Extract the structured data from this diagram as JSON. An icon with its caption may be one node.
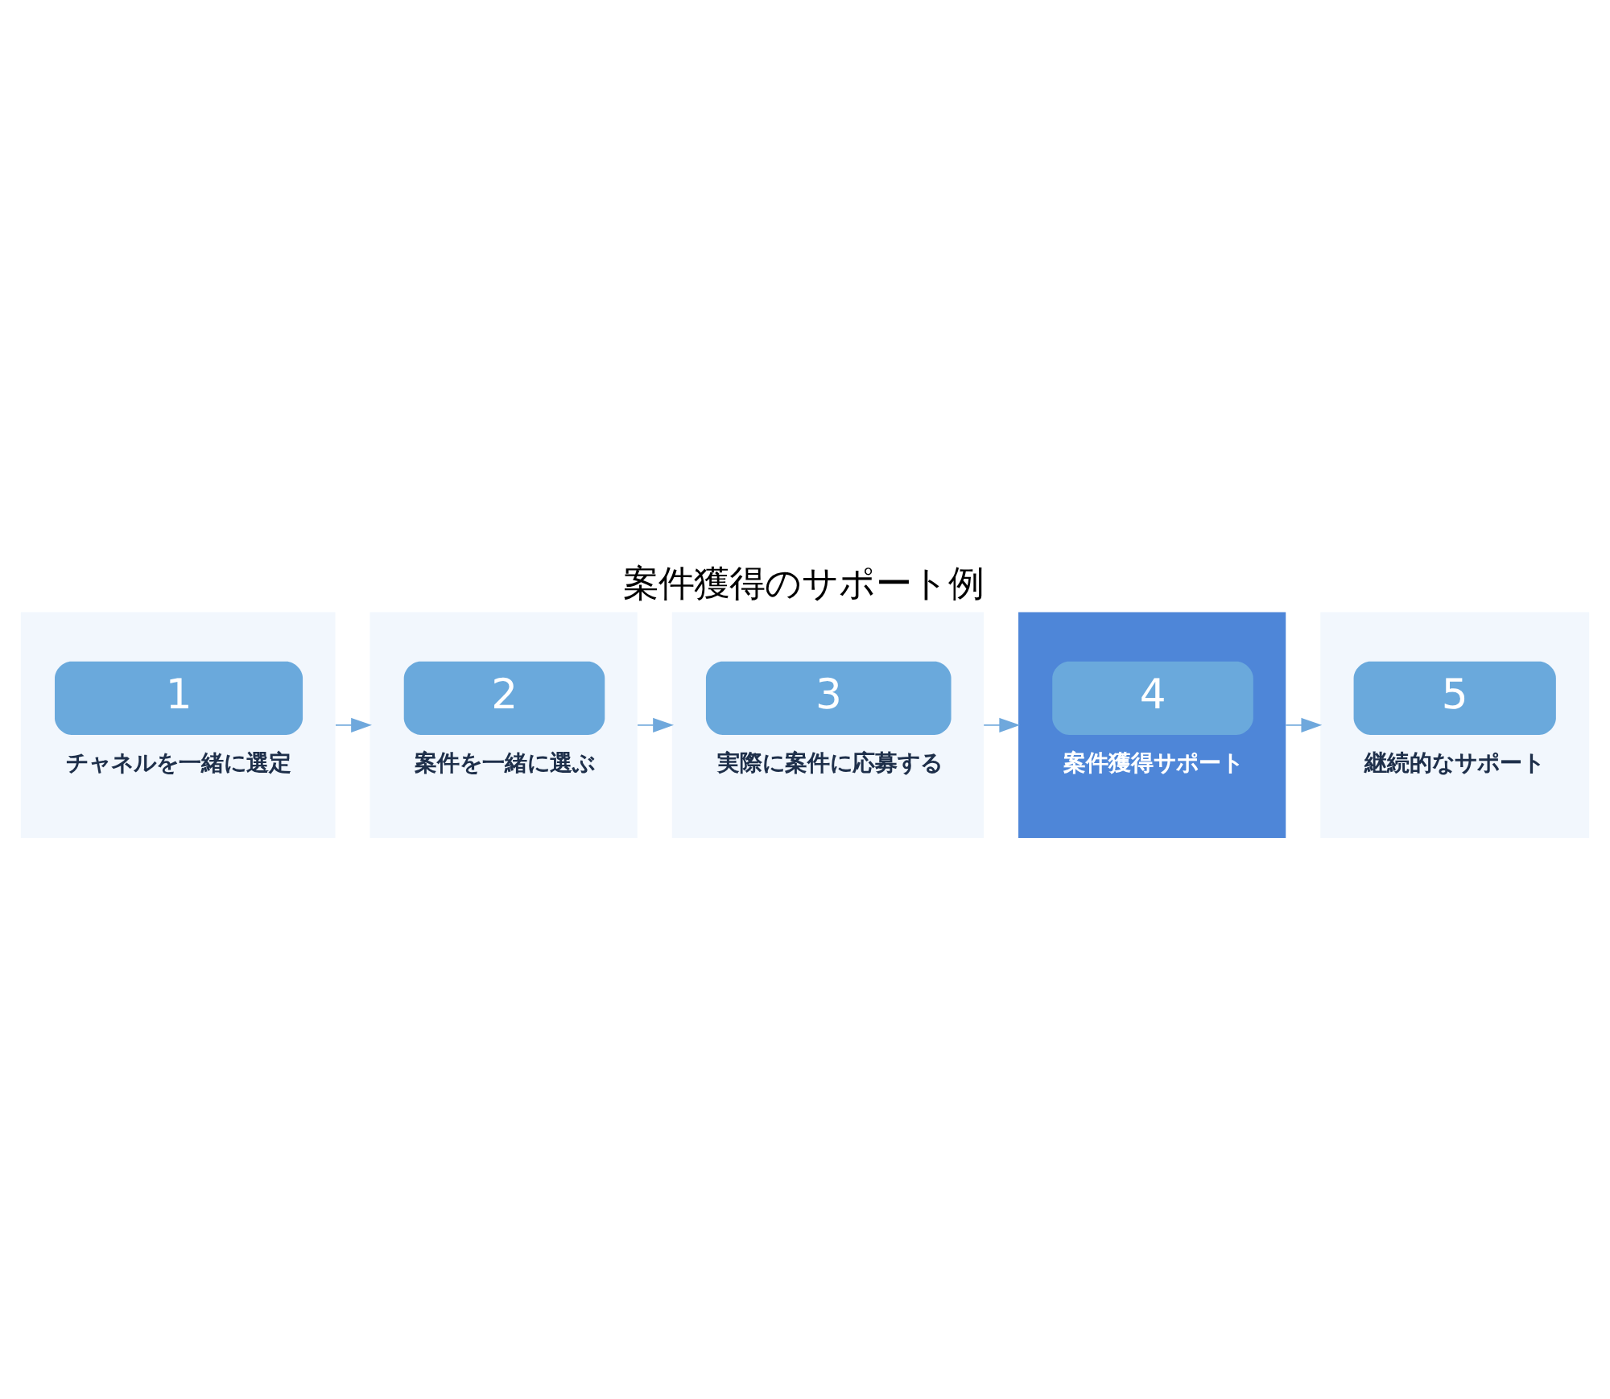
{
  "diagram": {
    "title": "案件獲得のサポート例",
    "nodes": [
      {
        "text": [
          "1",
          "チャネルを一緒に選定"
        ]
      },
      {
        "text": [
          "2",
          "案件を一緒に選ぶ"
        ]
      },
      {
        "text": [
          "3",
          "実際に案件に応募する"
        ]
      },
      {
        "text": [
          "4",
          "案件獲得サポート"
        ]
      },
      {
        "text": [
          "5",
          "継続的なサポート"
        ]
      }
    ],
    "edges": [
      {
        "from": 0,
        "to": 1,
        "arrow": "to"
      },
      {
        "from": 1,
        "to": 2,
        "arrow": "to"
      },
      {
        "from": 2,
        "to": 3,
        "arrow": "to"
      },
      {
        "from": 3,
        "to": 4,
        "arrow": "to"
      }
    ]
  }
}
